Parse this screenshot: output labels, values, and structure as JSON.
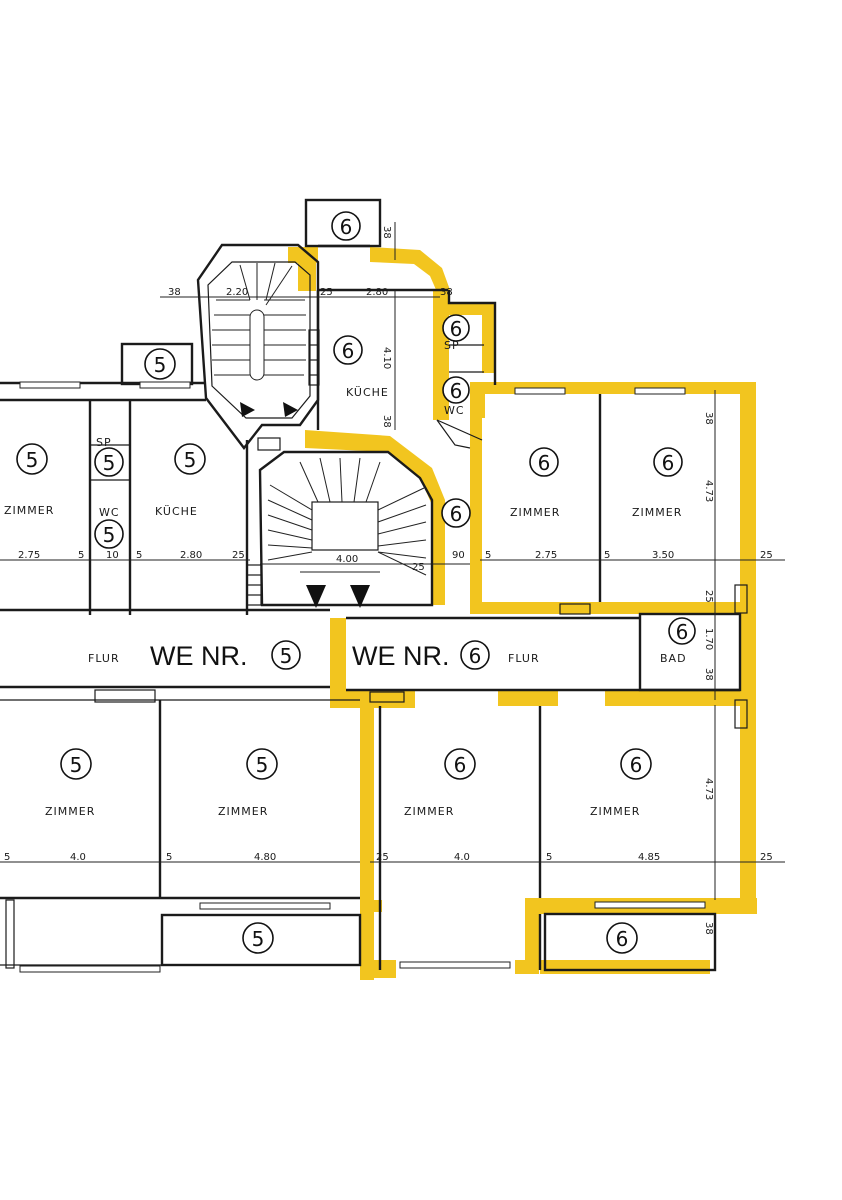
{
  "plan": {
    "heading_left": "WE NR.",
    "heading_left_unit": "5",
    "heading_right": "WE NR.",
    "heading_right_unit": "6",
    "flur_left": "FLUR",
    "flur_right": "FLUR"
  },
  "room_labels": {
    "kueche_top": "KÜCHE",
    "kueche_left": "KÜCHE",
    "zimmer_top_left": "ZIMMER",
    "zimmer_a": "ZIMMER",
    "zimmer_b": "ZIMMER",
    "zimmer_c": "ZIMMER",
    "zimmer_d": "ZIMMER",
    "zimmer_e": "ZIMMER",
    "zimmer_f": "ZIMMER",
    "wc_left": "WC",
    "wc_right": "WC",
    "sp_left": "SP",
    "sp_right": "SP",
    "bad": "BAD"
  },
  "unit_markers": {
    "balcony_top": "6",
    "kueche_top": "6",
    "sp_right": "6",
    "wc_right": "6",
    "stair_right": "6",
    "zimmer_a": "6",
    "zimmer_b": "6",
    "bad": "6",
    "zimmer_e": "6",
    "zimmer_f": "6",
    "balcony_bottom_right": "6",
    "balcony_left": "5",
    "zimmer_top_left": "5",
    "sp_left": "5",
    "wc_left": "5",
    "kueche_left": "5",
    "zimmer_c": "5",
    "zimmer_d": "5",
    "balcony_bottom_left": "5"
  },
  "dimensions": {
    "d_38_a": "38",
    "d_220": "2.20",
    "d_25_a": "25",
    "d_280_top": "2.80",
    "d_38_b": "38",
    "d_410": "4.10",
    "d_38_c": "38",
    "d_38_d": "38",
    "d_38_e": "38",
    "d_473_top": "4.73",
    "d_275_left": "2.75",
    "d_5_a": "5",
    "d_10": "10",
    "d_5_b": "5",
    "d_280_left": "2.80",
    "d_25_b": "25",
    "d_400_stair": "4.00",
    "d_25_c": "25",
    "d_90": "90",
    "d_5_c": "5",
    "d_275_right": "2.75",
    "d_5_d": "5",
    "d_350": "3.50",
    "d_25_d": "25",
    "d_25_e": "25",
    "d_170": "1.70",
    "d_38_f": "38",
    "d_473_bottom": "4.73",
    "d_5_e": "5",
    "d_40_a": "4.0",
    "d_5_f": "5",
    "d_480": "4.80",
    "d_25_f": "25",
    "d_40_b": "4.0",
    "d_5_g": "5",
    "d_485": "4.85",
    "d_25_g": "25",
    "d_38_g": "38"
  },
  "colors": {
    "accent": "#f2c51f",
    "line": "#1b1b1b",
    "paper": "#ffffff"
  }
}
